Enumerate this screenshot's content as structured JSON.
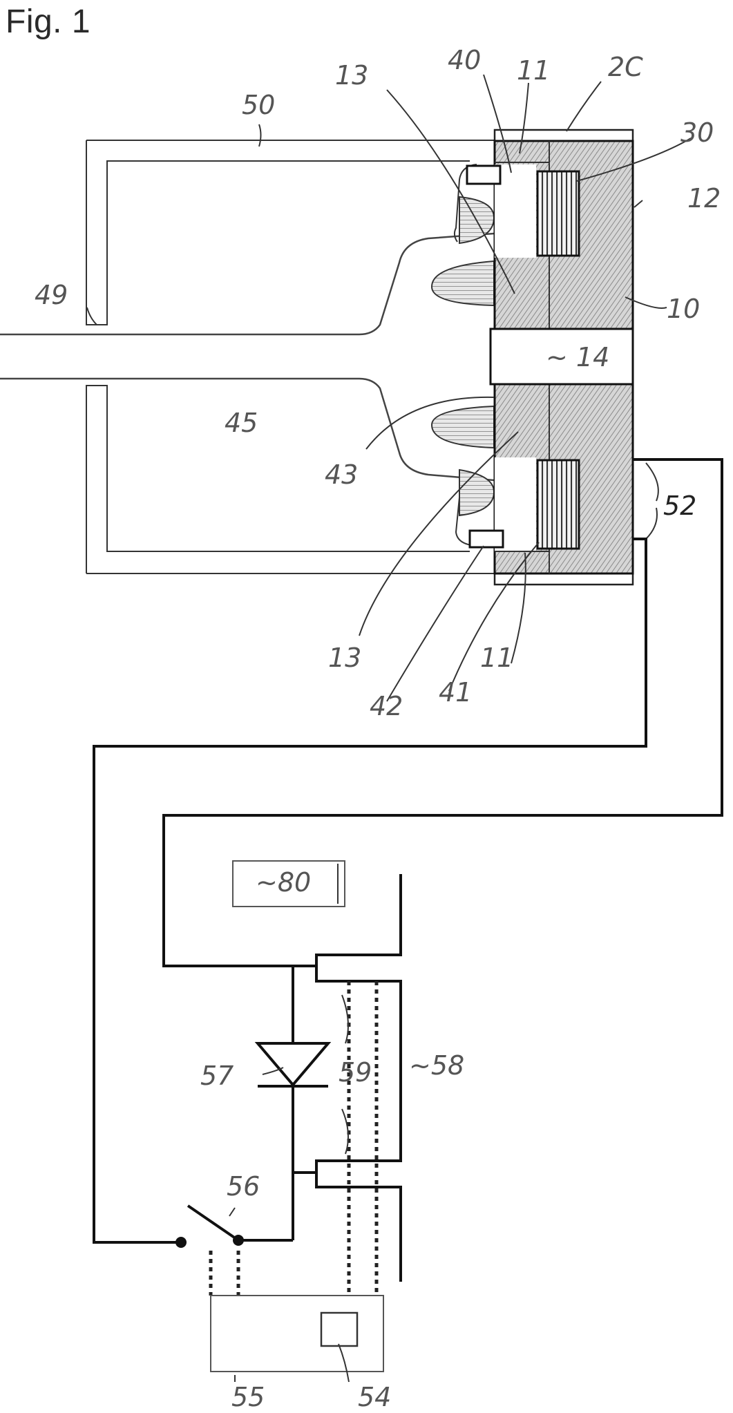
{
  "figure": {
    "title": "Fig. 1"
  },
  "labels": {
    "l_13_top": "13",
    "l_40": "40",
    "l_11_top": "11",
    "l_2c": "2C",
    "l_30": "30",
    "l_12": "12",
    "l_50": "50",
    "l_49": "49",
    "l_10": "10",
    "l_14": "~ 14",
    "l_45": "45",
    "l_43": "43",
    "l_52": "52",
    "l_13_bot": "13",
    "l_11_bot": "11",
    "l_42": "42",
    "l_41": "41",
    "l_80": "~80",
    "l_57": "57",
    "l_59": "59",
    "l_58": "~58",
    "l_56": "56",
    "l_55": "55",
    "l_54": "54"
  }
}
